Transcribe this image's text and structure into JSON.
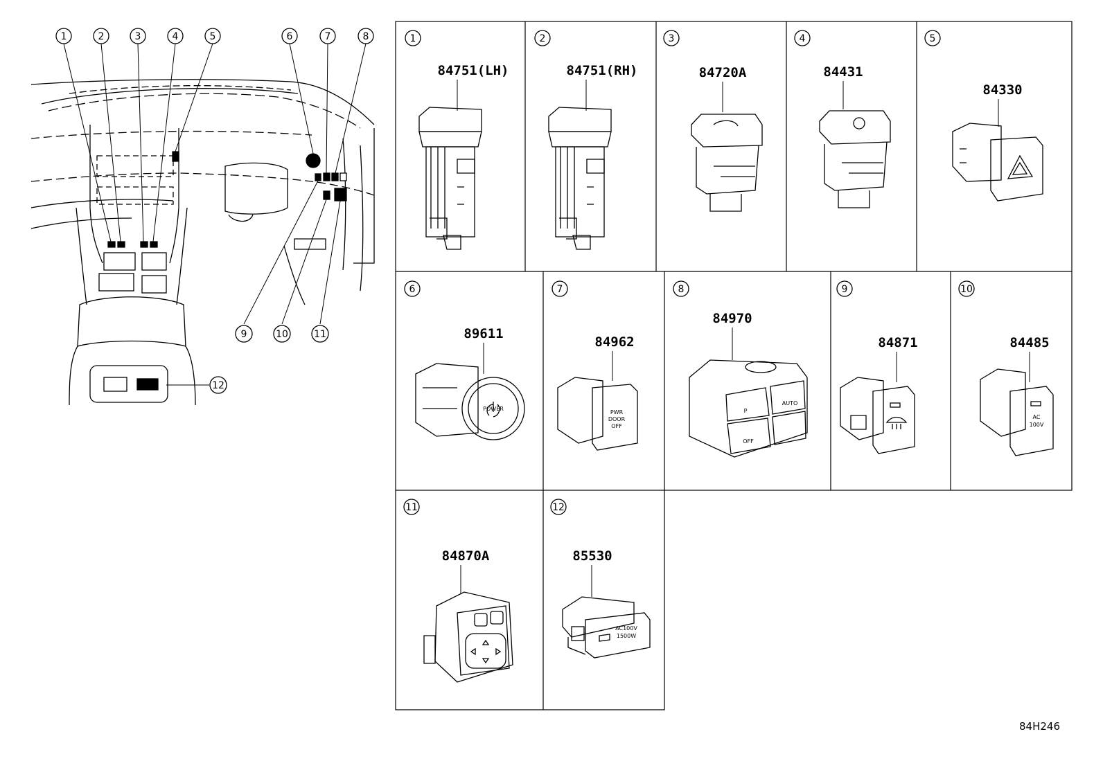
{
  "diagram_code": "84H246",
  "overview": {
    "callouts": [
      "1",
      "2",
      "3",
      "4",
      "5",
      "6",
      "7",
      "8",
      "9",
      "10",
      "11",
      "12"
    ]
  },
  "cells": [
    {
      "index": "1",
      "part_number": "84751(LH)",
      "icon": "mirror-heater-switch-icon"
    },
    {
      "index": "2",
      "part_number": "84751(RH)",
      "icon": "mirror-heater-switch-icon"
    },
    {
      "index": "3",
      "part_number": "84720A",
      "icon": "rear-defogger-switch-icon"
    },
    {
      "index": "4",
      "part_number": "84431",
      "icon": "vsc-off-switch-icon"
    },
    {
      "index": "5",
      "part_number": "84330",
      "icon": "hazard-warning-triangle-icon"
    },
    {
      "index": "6",
      "part_number": "89611",
      "icon": "power-button-icon",
      "label": "POWER"
    },
    {
      "index": "7",
      "part_number": "84962",
      "icon": "power-door-off-switch-icon",
      "label_lines": [
        "PWR",
        "DOOR",
        "OFF"
      ]
    },
    {
      "index": "8",
      "part_number": "84970",
      "icon": "multi-switch-assembly-icon",
      "labels": [
        "P",
        "AUTO",
        "OFF"
      ]
    },
    {
      "index": "9",
      "part_number": "84871",
      "icon": "windshield-defroster-icon"
    },
    {
      "index": "10",
      "part_number": "84485",
      "icon": "ac-outlet-switch-icon",
      "label_lines": [
        "AC",
        "100V"
      ]
    },
    {
      "index": "11",
      "part_number": "84870A",
      "icon": "mirror-control-switch-icon"
    },
    {
      "index": "12",
      "part_number": "85530",
      "icon": "power-outlet-icon",
      "label_lines": [
        "AC100V",
        "1500W"
      ]
    }
  ]
}
